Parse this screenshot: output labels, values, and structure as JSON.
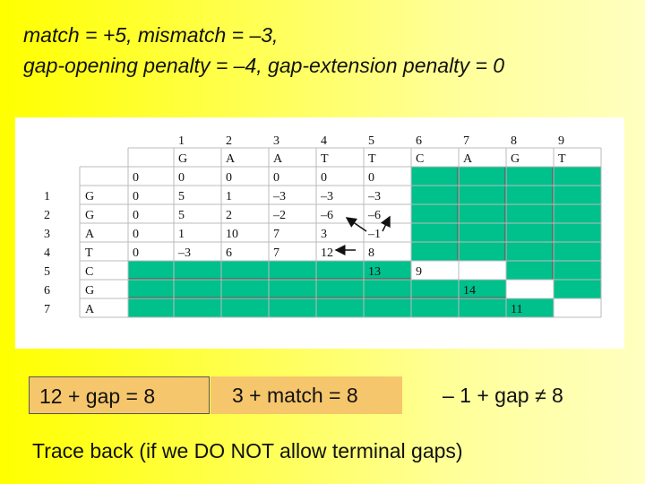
{
  "header": {
    "line1": "match = +5, mismatch = –3,",
    "line2": "gap-opening penalty = –4, gap-extension penalty = 0"
  },
  "matrix": {
    "col_indices": [
      "1",
      "2",
      "3",
      "4",
      "5",
      "6",
      "7",
      "8",
      "9"
    ],
    "col_chars": [
      "G",
      "A",
      "A",
      "T",
      "T",
      "C",
      "A",
      "G",
      "T"
    ],
    "row_indices": [
      "1",
      "2",
      "3",
      "4",
      "5",
      "6",
      "7"
    ],
    "row_chars": [
      "G",
      "G",
      "A",
      "T",
      "C",
      "G",
      "A"
    ],
    "row0": [
      "0",
      "0",
      "0",
      "0",
      "0",
      "0"
    ],
    "rows": [
      [
        "0",
        "5",
        "1",
        "–3",
        "–3",
        "–3"
      ],
      [
        "0",
        "5",
        "2",
        "–2",
        "–6",
        "–6"
      ],
      [
        "0",
        "1",
        "10",
        "7",
        "3",
        "–1"
      ],
      [
        "0",
        "–3",
        "6",
        "7",
        "12",
        "8"
      ],
      [],
      [],
      []
    ],
    "extra_values": {
      "r5c6": "13",
      "r5c7": "9",
      "r6c8": "14",
      "r7c9": "11"
    },
    "highlight_color": "#00c08b"
  },
  "boxes": {
    "gap12": "12 + gap = 8",
    "match3": "3 + match = 8",
    "gapneg1": "– 1 + gap ≠ 8"
  },
  "footer": "Trace back (if we DO NOT allow terminal gaps)"
}
